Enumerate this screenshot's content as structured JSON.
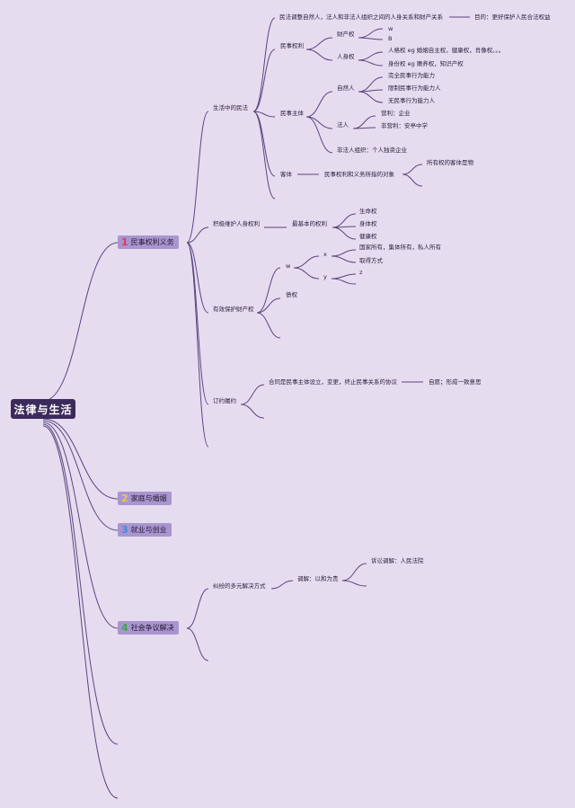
{
  "root": "法律与生活",
  "colors": {
    "background": "#e6dcef",
    "line": "#5a4582",
    "root_fill": "#3d2a5c",
    "branch_fill": "#a995cf",
    "num1": "#d63c5e",
    "num2": "#e8c84a",
    "num3": "#3f8ee0",
    "num4": "#3da54a"
  },
  "branches": [
    {
      "num": "1",
      "label": "民事权利义务"
    },
    {
      "num": "2",
      "label": "家庭与婚姻"
    },
    {
      "num": "3",
      "label": "就业与创业"
    },
    {
      "num": "4",
      "label": "社会争议解决"
    }
  ],
  "b1": {
    "life": "生活中的民法",
    "adjust": "民法调整自然人，法人和非法人组织之间的人身关系和财产关系",
    "purpose": "目的：更好保护人民合法权益",
    "rights": "民事权利",
    "property_right": "财产权",
    "w": "w",
    "b": "B",
    "personal_right": "人身权",
    "personality": "人格权 eg 婚姻自主权，健康权，肖像权。。。",
    "identity": "身份权 eg 赡养权，知识产权",
    "subject": "民事主体",
    "natural": "自然人",
    "full": "完全民事行为能力",
    "limited": "限制民事行为能力人",
    "none": "无民事行为能力人",
    "legal": "法人",
    "profit": "营利：企业",
    "nonprofit": "非营利：安亭中学",
    "unincorporated": "非法人组织：个人独资企业",
    "object": "客体",
    "object_desc": "民事权利和义务所指的对象",
    "object_note": "所有权的客体是物",
    "protect": "积极维护人身权利",
    "basic": "最基本的权利",
    "life_right": "生命权",
    "body_right": "身体权",
    "health_right": "健康权",
    "property_protect": "有效保护财产权",
    "pw": "w",
    "px": "x",
    "py": "y",
    "pz": "z",
    "ownership": "国家所有，集体所有，私人所有",
    "acquire": "取得方式",
    "creditor": "债权",
    "contract": "订约履约",
    "contract_desc": "合同是民事主体设立，变更，终止民事关系的协议",
    "consent": "自愿；形成一致意思"
  },
  "b4": {
    "resolve": "纠纷的多元解决方式",
    "mediate": "调解：以和为贵",
    "litigation": "诉讼调解：人民法院"
  }
}
